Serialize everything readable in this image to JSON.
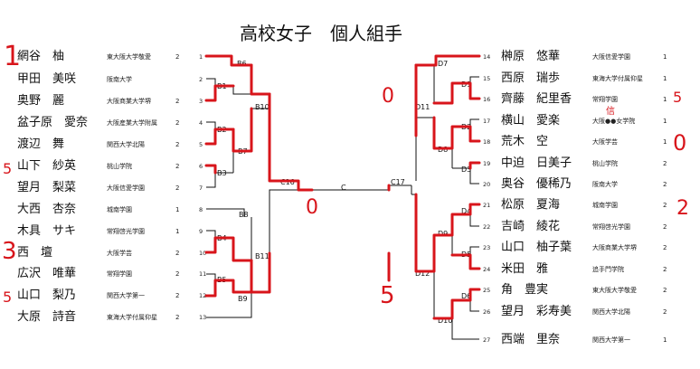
{
  "title": "高校女子　個人組手",
  "left_players": [
    {
      "name": "網谷　柚",
      "school": "東大阪大学敬愛",
      "grade": "2",
      "num": "1"
    },
    {
      "name": "甲田　美咲",
      "school": "阪南大学",
      "grade": "",
      "num": "2"
    },
    {
      "name": "奥野　麗",
      "school": "大阪商業大学堺",
      "grade": "2",
      "num": "3"
    },
    {
      "name": "盆子原　愛奈",
      "school": "大阪産業大学附属",
      "grade": "2",
      "num": "4"
    },
    {
      "name": "渡辺　舞",
      "school": "関西大学北陽",
      "grade": "2",
      "num": "5"
    },
    {
      "name": "山下　紗英",
      "school": "桃山学院",
      "grade": "2",
      "num": "6"
    },
    {
      "name": "望月　梨菜",
      "school": "大阪信愛学園",
      "grade": "2",
      "num": "7"
    },
    {
      "name": "大西　杏奈",
      "school": "城南学園",
      "grade": "1",
      "num": "8"
    },
    {
      "name": "木具　サキ",
      "school": "常翔啓光学園",
      "grade": "1",
      "num": "9"
    },
    {
      "name": "西　壇",
      "school": "大阪学芸",
      "grade": "2",
      "num": "10"
    },
    {
      "name": "広沢　唯華",
      "school": "常翔学園",
      "grade": "2",
      "num": "11"
    },
    {
      "name": "山口　梨乃",
      "school": "関西大学第一",
      "grade": "2",
      "num": "12"
    },
    {
      "name": "大原　詩音",
      "school": "東海大学付属仰星",
      "grade": "2",
      "num": "13"
    }
  ],
  "right_players": [
    {
      "name": "榊原　悠華",
      "school": "大阪信愛学園",
      "grade": "1",
      "num": "14"
    },
    {
      "name": "西原　瑞歩",
      "school": "東海大学付属仰星",
      "grade": "1",
      "num": "15"
    },
    {
      "name": "齊藤　紀里香",
      "school": "常翔学園",
      "grade": "1",
      "num": "16"
    },
    {
      "name": "横山　愛楽",
      "school": "大阪●●女学院",
      "grade": "1",
      "num": "17"
    },
    {
      "name": "荒木　空",
      "school": "大阪学芸",
      "grade": "1",
      "num": "18"
    },
    {
      "name": "中迫　日美子",
      "school": "桃山学院",
      "grade": "2",
      "num": "19"
    },
    {
      "name": "奥谷　優稀乃",
      "school": "阪南大学",
      "grade": "2",
      "num": "20"
    },
    {
      "name": "松原　夏海",
      "school": "城南学園",
      "grade": "2",
      "num": "21"
    },
    {
      "name": "吉崎　綾花",
      "school": "常翔啓光学園",
      "grade": "2",
      "num": "22"
    },
    {
      "name": "山口　柚子葉",
      "school": "大阪商業大学堺",
      "grade": "2",
      "num": "23"
    },
    {
      "name": "米田　雅",
      "school": "追手門学院",
      "grade": "2",
      "num": "24"
    },
    {
      "name": "角　豊実",
      "school": "東大阪大学敬愛",
      "grade": "2",
      "num": "25"
    },
    {
      "name": "望月　彩寿美",
      "school": "関西大学北陽",
      "grade": "2",
      "num": "26"
    },
    {
      "name": "西端　里奈",
      "school": "関西大学第一",
      "grade": "1",
      "num": "27"
    }
  ],
  "matches": {
    "B1": "B1",
    "B2": "B2",
    "B3": "B3",
    "B4": "B4",
    "B5": "B5",
    "B6": "B6",
    "B7": "B7",
    "B8": "B8",
    "B9": "B9",
    "B10": "B10",
    "B11": "B11",
    "C16": "C16",
    "C": "C",
    "C17": "C17",
    "D1": "D1",
    "D2": "D2",
    "D3": "D3",
    "D4": "D4",
    "D5": "D5",
    "D6": "D6",
    "D7": "D7",
    "D8": "D8",
    "D9": "D9",
    "D10": "D10",
    "D11": "D11",
    "D12": "D12"
  },
  "annotations": {
    "ann_1": "1",
    "ann_3": "3",
    "ann_5a": "5",
    "ann_5b": "5",
    "ann_5c": "5",
    "ann_0a": "0",
    "ann_0b": "0",
    "ann_0c": "0",
    "ann_2": "2",
    "ann_5d": "5",
    "ann_kanji": "信"
  },
  "colors": {
    "ink": "#111111",
    "pen": "#d8151b"
  }
}
